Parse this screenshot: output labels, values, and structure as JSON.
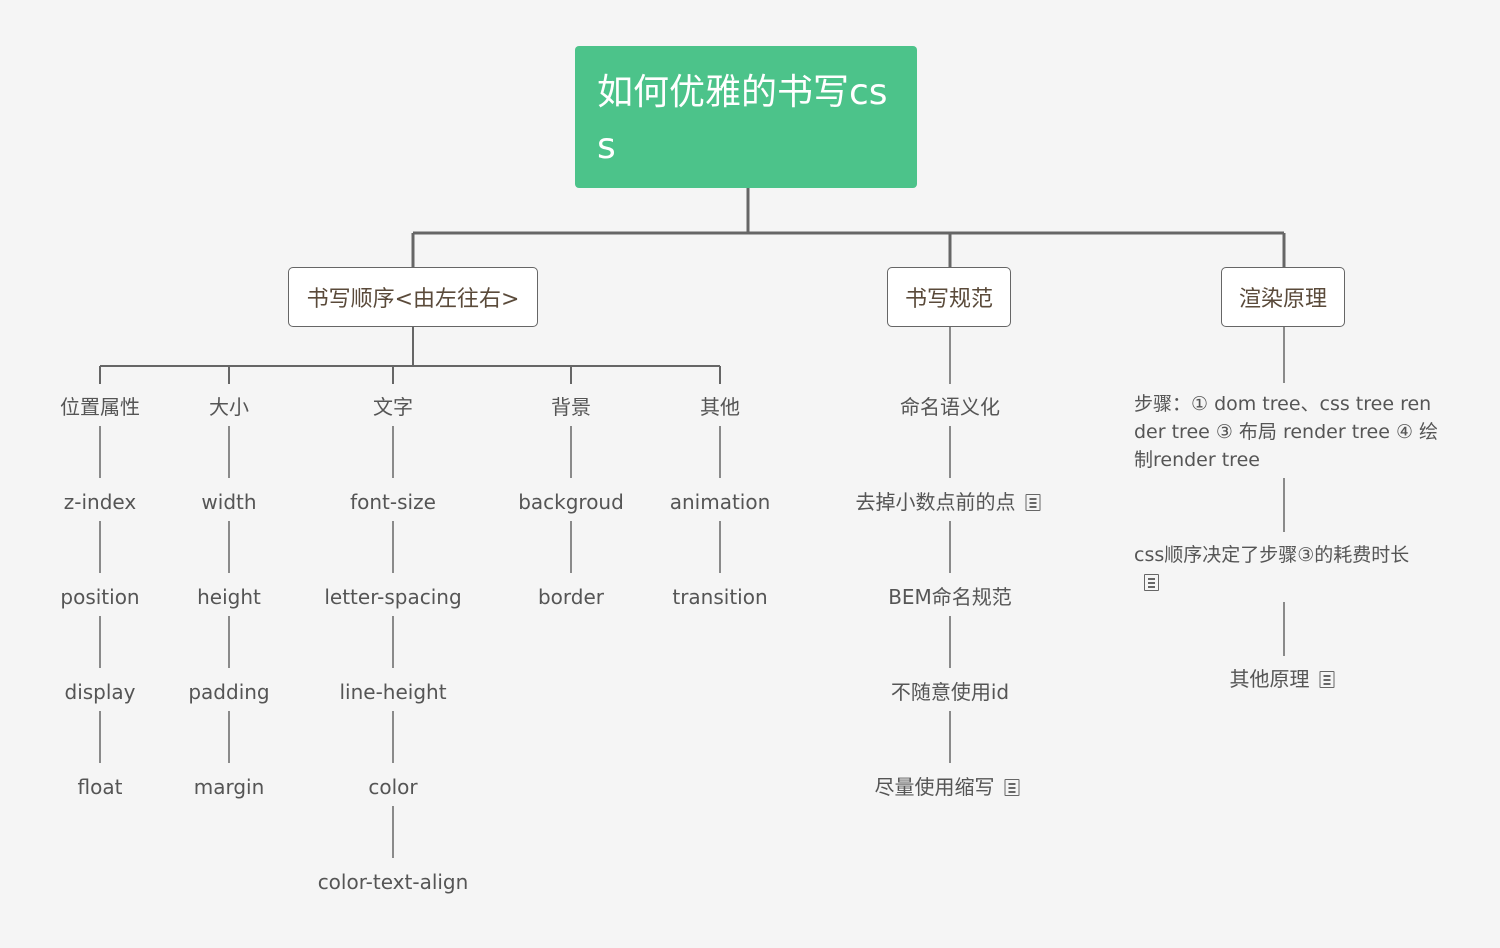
{
  "root": {
    "title": "如何优雅的书写css"
  },
  "branches": [
    {
      "label": "书写顺序<由左往右>",
      "groups": [
        {
          "label": "位置属性",
          "items": [
            "z-index",
            "position",
            "display",
            "float"
          ]
        },
        {
          "label": "大小",
          "items": [
            "width",
            "height",
            "padding",
            "margin"
          ]
        },
        {
          "label": "文字",
          "items": [
            "font-size",
            "letter-spacing",
            "line-height",
            "color",
            "color-text-align"
          ]
        },
        {
          "label": "背景",
          "items": [
            "backgroud",
            "border"
          ]
        },
        {
          "label": "其他",
          "items": [
            "animation",
            "transition"
          ]
        }
      ]
    },
    {
      "label": "书写规范",
      "items": [
        "命名语义化",
        "去掉小数点前的点",
        "BEM命名规范",
        "不随意使用id",
        "尽量使用缩写"
      ]
    },
    {
      "label": "渲染原理",
      "items": [
        "步骤：① dom tree、css tree render tree ③ 布局  render tree ④ 绘制render tree",
        "css顺序决定了步骤③的耗费时长",
        "其他原理"
      ]
    }
  ],
  "colors": {
    "root": "#4cc38a",
    "line": "#666666",
    "background": "#f5f5f5"
  },
  "note_icon": "note-icon"
}
